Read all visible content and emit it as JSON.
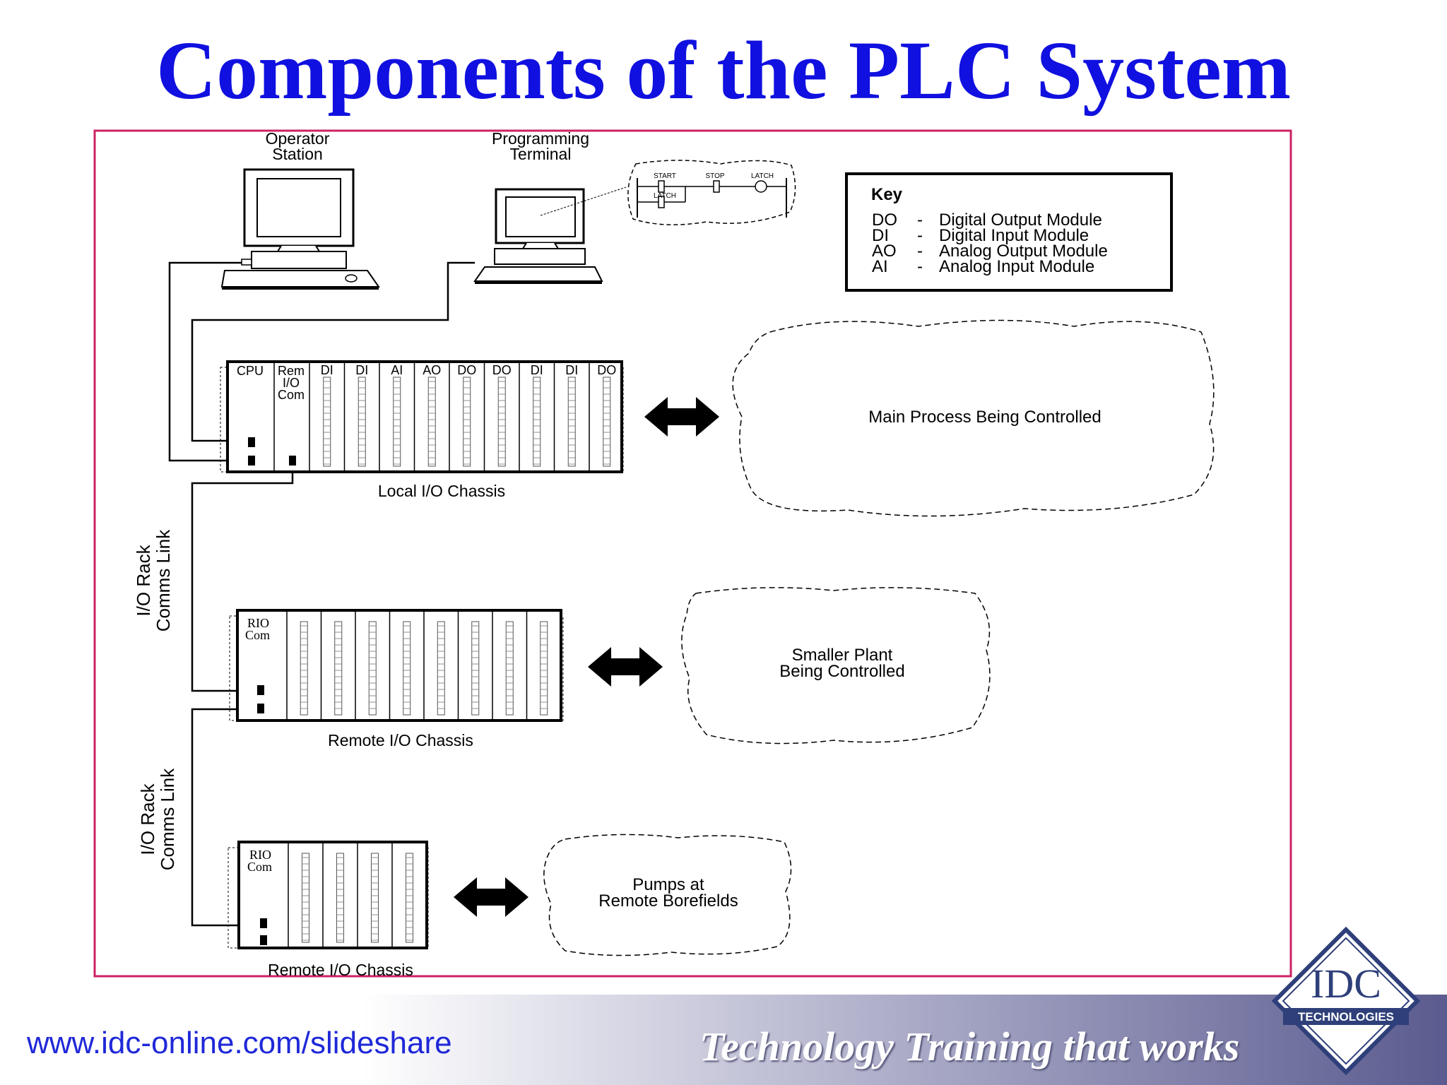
{
  "title": "Components of the PLC System",
  "operator_station": [
    "Operator",
    "Station"
  ],
  "programming_terminal": [
    "Programming",
    "Terminal"
  ],
  "ladder": {
    "start": "START",
    "stop": "STOP",
    "latch_coil": "LATCH",
    "latch_contact": "LATCH"
  },
  "key": {
    "heading": "Key",
    "rows": [
      {
        "code": "DO",
        "dash": "-",
        "desc": "Digital Output Module"
      },
      {
        "code": "DI",
        "dash": "-",
        "desc": "Digital Input Module"
      },
      {
        "code": "AO",
        "dash": "-",
        "desc": "Analog Output Module"
      },
      {
        "code": "AI",
        "dash": "-",
        "desc": "Analog Input Module"
      }
    ]
  },
  "local_chassis": {
    "label": "Local I/O Chassis",
    "cpu": "CPU",
    "rem": [
      "Rem",
      "I/O",
      "Com"
    ],
    "modules": [
      "DI",
      "DI",
      "AI",
      "AO",
      "DO",
      "DO",
      "DI",
      "DI",
      "DO"
    ]
  },
  "remote_chassis_1": {
    "label": "Remote I/O Chassis",
    "rio": [
      "RIO",
      "Com"
    ]
  },
  "remote_chassis_2": {
    "label": "Remote I/O Chassis",
    "rio": [
      "RIO",
      "Com"
    ]
  },
  "comms_link_1": [
    "I/O Rack",
    "Comms Link"
  ],
  "comms_link_2": [
    "I/O Rack",
    "Comms Link"
  ],
  "cloud_main": [
    "Main Process Being Controlled"
  ],
  "cloud_small": [
    "Smaller Plant",
    "Being Controlled"
  ],
  "cloud_pumps": [
    "Pumps at",
    "Remote Borefields"
  ],
  "footer": {
    "url": "www.idc-online.com/slideshare",
    "tagline": "Technology Training that works"
  },
  "logo": {
    "line1": "IDC",
    "line2": "TECHNOLOGIES"
  },
  "colors": {
    "title": "#1010e0",
    "border": "#cc2266",
    "url": "#1f28d8"
  }
}
